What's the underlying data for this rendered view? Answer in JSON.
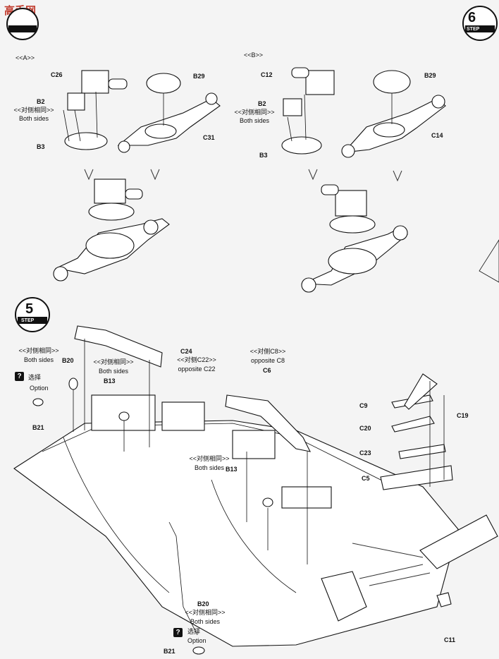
{
  "watermark": "高手网",
  "steps": {
    "step6": {
      "number": "6",
      "word": "STEP"
    },
    "step5": {
      "number": "5",
      "word": "STEP"
    }
  },
  "panelA": {
    "title": "<<A>>",
    "parts": {
      "c26": "C26",
      "b2": "B2",
      "b3": "B3",
      "b29": "B29",
      "c31": "C31"
    },
    "note_cn": "<<对侧相同>>",
    "note_en": "Both sides"
  },
  "panelB": {
    "title": "<<B>>",
    "parts": {
      "c12": "C12",
      "b2": "B2",
      "b3": "B3",
      "b29": "B29",
      "c14": "C14"
    },
    "note_cn": "<<对侧相同>>",
    "note_en": "Both sides"
  },
  "step5": {
    "top_note_cn": "<<对侧相同>>",
    "top_note_en": "Both sides",
    "b20_top": "B20",
    "option_cn": "选择",
    "option_en": "Option",
    "option_icon": "question-mark",
    "b21_top": "B21",
    "mid_note_cn": "<<对侧相同>>",
    "mid_note_en": "Both sides",
    "b13_top": "B13",
    "c24": "C24",
    "c22_cn": "<<对侧C22>>",
    "c22_en": "opposite C22",
    "c8_cn": "<<对侧C8>>",
    "c8_en": "opposite C8",
    "c6": "C6",
    "center_note_cn": "<<对侧相同>>",
    "center_note_en": "Both sides",
    "b13_center": "B13",
    "c9": "C9",
    "c19": "C19",
    "c20": "C20",
    "c23": "C23",
    "c5": "C5",
    "c11": "C11",
    "b20_bottom": "B20",
    "bottom_note_cn": "<<对侧相同>>",
    "bottom_note_en": "Both sides",
    "bottom_option_cn": "选择",
    "bottom_option_en": "Option",
    "b21_bottom": "B21"
  }
}
